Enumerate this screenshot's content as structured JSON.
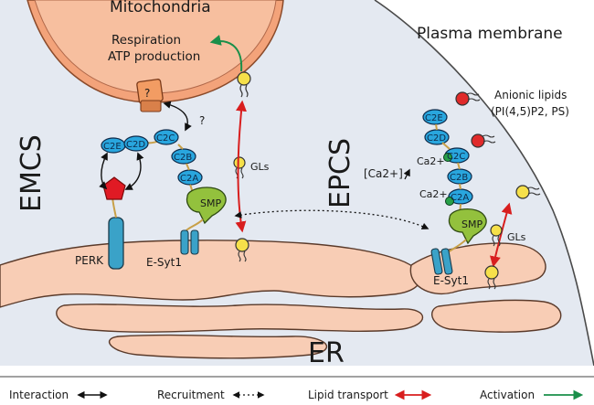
{
  "labels": {
    "mitochondria": "Mitochondria",
    "plasma_membrane": "Plasma membrane",
    "respiration": "Respiration",
    "atp": "ATP production",
    "question": "?",
    "emcs": "EMCS",
    "epcs": "EPCS",
    "er": "ER",
    "perk": "PERK",
    "esyt1_left": "E-Syt1",
    "esyt1_right": "E-Syt1",
    "smp": "SMP",
    "gls": "GLs",
    "ca_conc": "[Ca2+]",
    "ca_ion": "Ca2+",
    "anionic_lipids": "Anionic lipids",
    "anionic_lipids_list": "(PI(4,5)P2, PS)"
  },
  "domains": {
    "c2e": "C2E",
    "c2d": "C2D",
    "c2c": "C2C",
    "c2b": "C2B",
    "c2a": "C2A"
  },
  "legend": [
    {
      "label": "Interaction",
      "color": "#000000",
      "style": "double"
    },
    {
      "label": "Recruitment",
      "color": "#000000",
      "style": "dotted"
    },
    {
      "label": "Lipid transport",
      "color": "#d81e1e",
      "style": "double"
    },
    {
      "label": "Activation",
      "color": "#1a8f4a",
      "style": "single"
    }
  ],
  "colors": {
    "organelle_fill": "#f8cdb5",
    "mito_fill": "#f3a37a",
    "cytosol": "#e4e9f1",
    "c2_domain": "#29a6de",
    "smp_domain": "#93c13d",
    "perk": "#3aa2c8",
    "lipid_head": "#f6e04a",
    "anionic_head": "#e02a2a",
    "ca_ion": "#27a048",
    "lipid_transport": "#d81e1e",
    "activation": "#1a8f4a"
  }
}
